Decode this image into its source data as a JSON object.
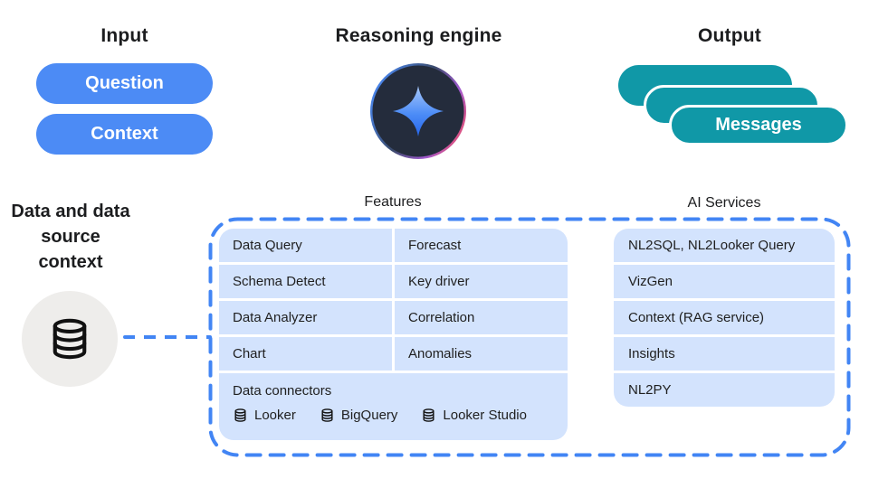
{
  "palette": {
    "blue_pill": "#4c8bf5",
    "teal_pill": "#1098a7",
    "cell_blue": "#d3e3fd",
    "dashed_border_blue": "#4285f4",
    "dark_circle": "#242c3c",
    "gray_circle": "#eeedeb",
    "text_dark": "#1c1d1f"
  },
  "sections": {
    "input": {
      "title": "Input",
      "pills": [
        "Question",
        "Context"
      ]
    },
    "reasoning": {
      "title": "Reasoning engine",
      "icon": "gemini-sparkle-icon"
    },
    "output": {
      "title": "Output",
      "front_pill_label": "Messages",
      "stacked_pill_count": 3
    },
    "data_context": {
      "label": "Data and data source context",
      "icon": "database-icon"
    },
    "features": {
      "title": "Features",
      "grid": [
        [
          "Data Query",
          "Forecast"
        ],
        [
          "Schema Detect",
          "Key driver"
        ],
        [
          "Data Analyzer",
          "Correlation"
        ],
        [
          "Chart",
          "Anomalies"
        ]
      ],
      "connectors": {
        "label": "Data connectors",
        "items": [
          {
            "icon": "database-icon",
            "label": "Looker"
          },
          {
            "icon": "database-icon",
            "label": "BigQuery"
          },
          {
            "icon": "database-icon",
            "label": "Looker Studio"
          }
        ]
      }
    },
    "ai_services": {
      "title": "AI Services",
      "items": [
        "NL2SQL, NL2Looker Query",
        "VizGen",
        "Context (RAG service)",
        "Insights",
        "NL2PY"
      ]
    }
  }
}
